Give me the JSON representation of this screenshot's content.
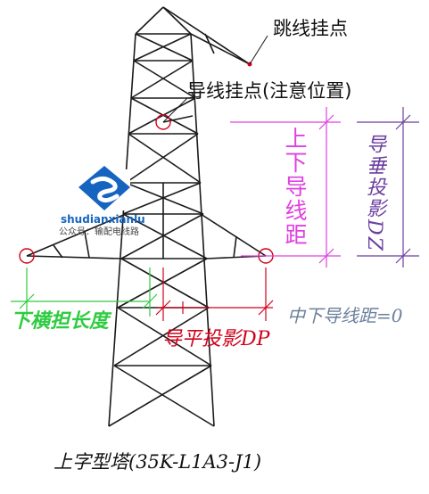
{
  "labels": {
    "jumper_point": "跳线挂点",
    "conductor_point": "导线挂点(注意位置)",
    "upper_lower_distance": "上下导线距",
    "vertical_projection": "导垂投影DZ",
    "lower_arm_length": "下横担长度",
    "horizontal_projection": "导平投影DP",
    "mid_lower_distance": "中下导线距=0",
    "caption": "上字型塔(35K-L1A3-J1)"
  },
  "watermark": {
    "site": "shudianxianlu",
    "account": "公众号：输配电线路"
  },
  "colors": {
    "structure": "#1a1a1a",
    "green": "#2ecc40",
    "red": "#d0021b",
    "magenta": "#e040e0",
    "purple": "#6b3fa0",
    "blue_dim": "#1f3fbf",
    "gray_blue": "#6a7f9a",
    "logo_blue": "#1565c0"
  }
}
